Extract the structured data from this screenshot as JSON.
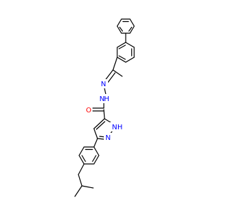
{
  "molecule": {
    "colors": {
      "bond": "#000000",
      "oxygen": "#ff0000",
      "nitrogen": "#0000ff",
      "background": "#ffffff"
    },
    "atoms": [
      {
        "id": "O",
        "label": "O",
        "color": "oxygen"
      },
      {
        "id": "N1",
        "label": "N",
        "color": "nitrogen"
      },
      {
        "id": "N2",
        "label": "N",
        "color": "nitrogen"
      },
      {
        "id": "N3",
        "label": "N",
        "color": "nitrogen"
      },
      {
        "id": "NH",
        "label": "NH",
        "color": "nitrogen"
      },
      {
        "id": "HN",
        "label": "H",
        "color": "nitrogen"
      },
      {
        "id": "HN2",
        "label": "N",
        "color": "nitrogen"
      }
    ]
  }
}
